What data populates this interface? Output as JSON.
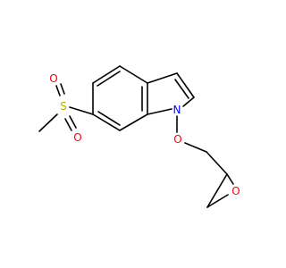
{
  "molecule": {
    "atoms": {
      "N1": {
        "symbol": "N"
      },
      "O_link": {
        "symbol": "O"
      },
      "S": {
        "symbol": "S"
      },
      "O_s_up": {
        "symbol": "O"
      },
      "O_s_down": {
        "symbol": "O"
      },
      "O_epox": {
        "symbol": "O"
      }
    }
  },
  "colors": {
    "bond": "#000000",
    "nitrogen": "#0000ff",
    "oxygen": "#ff0000",
    "sulfur": "#b2b200"
  }
}
